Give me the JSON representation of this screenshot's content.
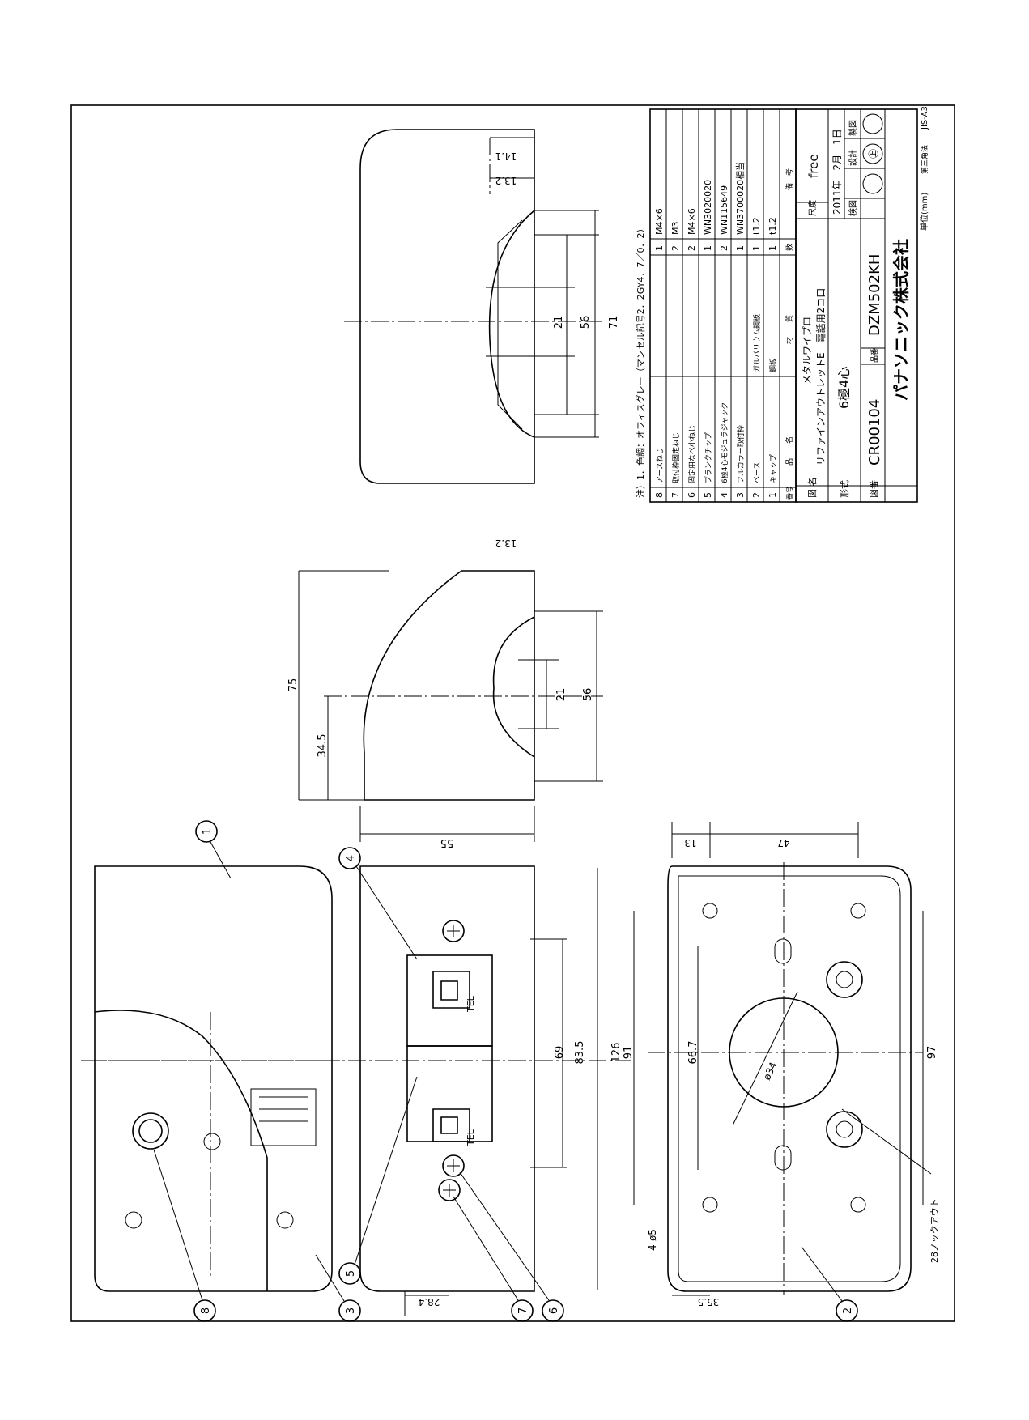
{
  "drawing": {
    "note": "注）1．色調：オフィスグレー（マンセル記号2．2GY4．7／0．2）",
    "parts_header": {
      "no": "番号",
      "name": "品　　名",
      "material": "材　　質",
      "qty": "数",
      "remarks": "備　考"
    },
    "parts": [
      {
        "no": "8",
        "name": "アースねじ",
        "material": "",
        "qty": "1",
        "remarks": "M4×6"
      },
      {
        "no": "7",
        "name": "取付枠固定ねじ",
        "material": "",
        "qty": "2",
        "remarks": "M3"
      },
      {
        "no": "6",
        "name": "固定用なべ小ねじ",
        "material": "",
        "qty": "2",
        "remarks": "M4×6"
      },
      {
        "no": "5",
        "name": "ブランクチップ",
        "material": "",
        "qty": "1",
        "remarks": "WN3020020"
      },
      {
        "no": "4",
        "name": "6極4心モジュラジャック",
        "material": "",
        "qty": "2",
        "remarks": "WN115649"
      },
      {
        "no": "3",
        "name": "フルカラー取付枠",
        "material": "",
        "qty": "1",
        "remarks": "WN3700020相当"
      },
      {
        "no": "2",
        "name": "ベース",
        "material": "ガルバリウム鋼板",
        "qty": "1",
        "remarks": "t1.2"
      },
      {
        "no": "1",
        "name": "キャップ",
        "material": "鋼板",
        "qty": "1",
        "remarks": "t1.2"
      }
    ],
    "title_block": {
      "name_label": "図\n名",
      "name_line1": "メタルワイプロ",
      "name_line2": "リファインアウトレットE　電話用2コ口",
      "scale_label": "尺度",
      "scale_value": "free",
      "model_label": "形式",
      "model_value": "6極4心",
      "date": "2011年　2月　1日",
      "check_label": "検図",
      "design_label": "設計",
      "make_label": "製図",
      "stamp": "㊤",
      "number_label": "図番",
      "drawing_no": "CR00104",
      "product_label": "品番",
      "product_no": "DZM502KH",
      "company": "パナソニック株式会社",
      "unit": "単位(mm)",
      "projection": "第三角法",
      "paper": "JIS-A3"
    },
    "balloons": [
      "1",
      "4",
      "5",
      "3",
      "8",
      "7",
      "6",
      "2"
    ],
    "dimensions": {
      "d126": "126",
      "d91": "91",
      "d97": "97",
      "d83_5": "83.5",
      "d69": "69",
      "d66_7": "66.7",
      "d55": "55",
      "d75": "75",
      "d34_5": "34.5",
      "d56a": "56",
      "d21a": "21",
      "d13_2a": "13.2",
      "d71": "71",
      "d56b": "56",
      "d21b": "21",
      "d13_2b": "13.2",
      "d14_1": "14.1",
      "d13": "13",
      "d47": "47",
      "d35_5": "35.5",
      "d28_4": "28.4",
      "phi34": "ø34",
      "holes": "4-ø5",
      "knockout": "28ノックアウト"
    },
    "jack_label": "TEL"
  }
}
